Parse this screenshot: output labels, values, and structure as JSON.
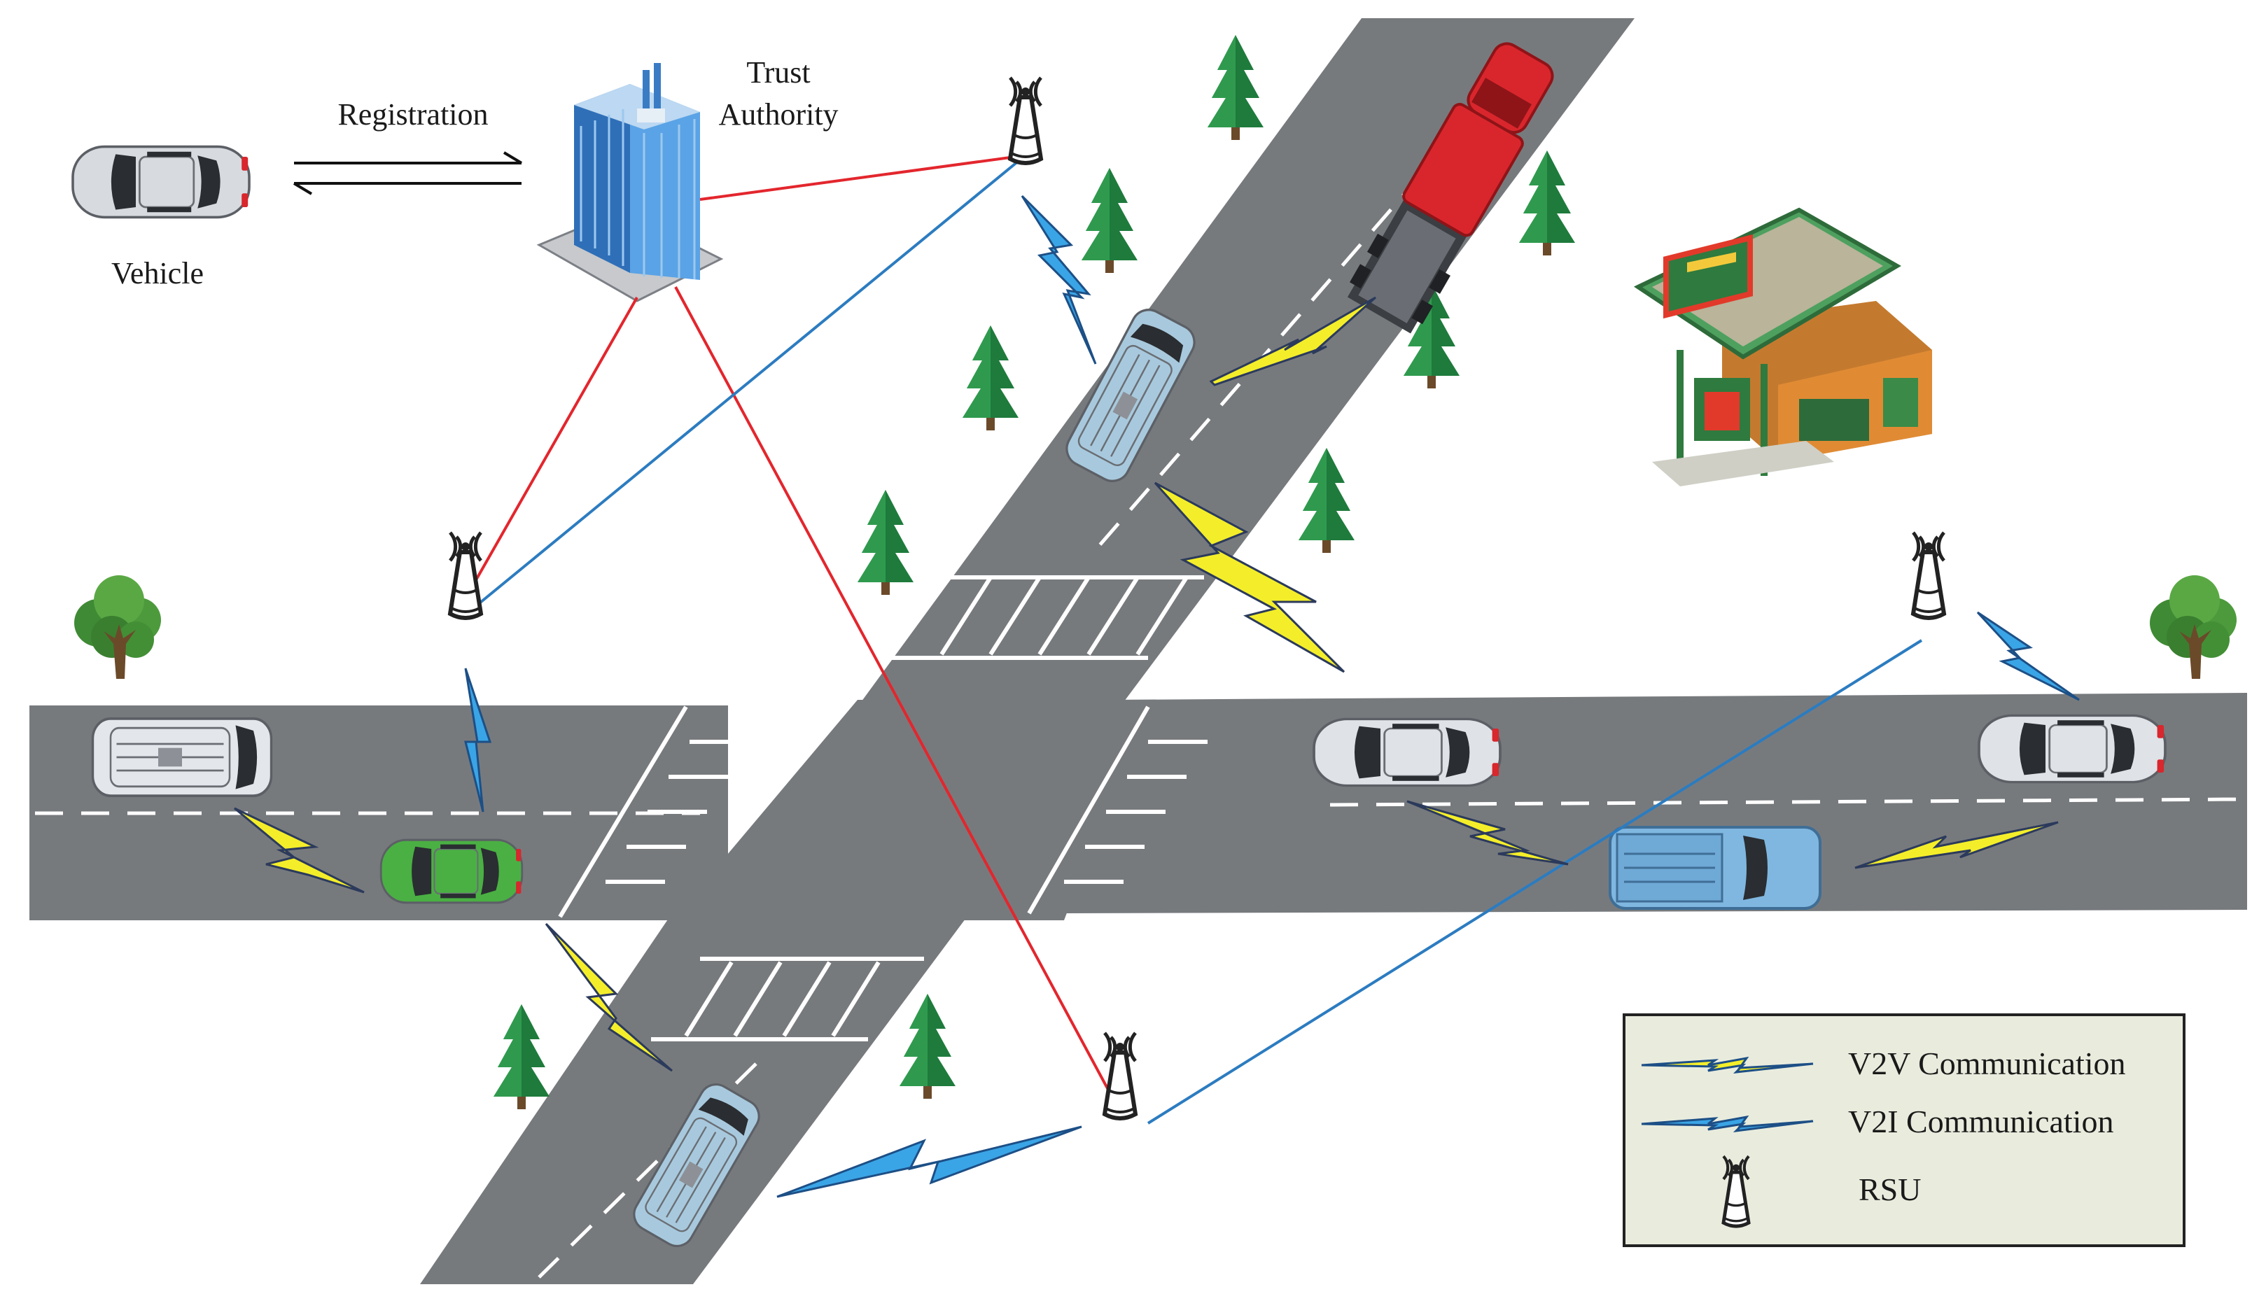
{
  "labels": {
    "vehicle": "Vehicle",
    "registration": "Registration",
    "trust_line1": "Trust",
    "trust_line2": "Authority"
  },
  "legend": {
    "v2v": "V2V Communication",
    "v2i": "V2I  Communication",
    "rsu": "RSU"
  },
  "colors": {
    "road": "#777a7d",
    "marking": "#ffffff",
    "v2v_bolt": "#f4ee2a",
    "v2i_bolt": "#3aa5e6",
    "ta_link": "#e3262d",
    "rsu_link": "#2c7cc0",
    "legend_bg": "#e9ecdd",
    "tree": "#1f7a3c",
    "car_silver": "#d7dbe0",
    "car_green": "#4ab043",
    "car_blue": "#7fb7e0",
    "truck_red": "#d9262c"
  },
  "icons": {
    "rsu": "rsu-antenna-icon",
    "building": "trust-authority-building-icon",
    "gas_station": "gas-station-icon"
  }
}
